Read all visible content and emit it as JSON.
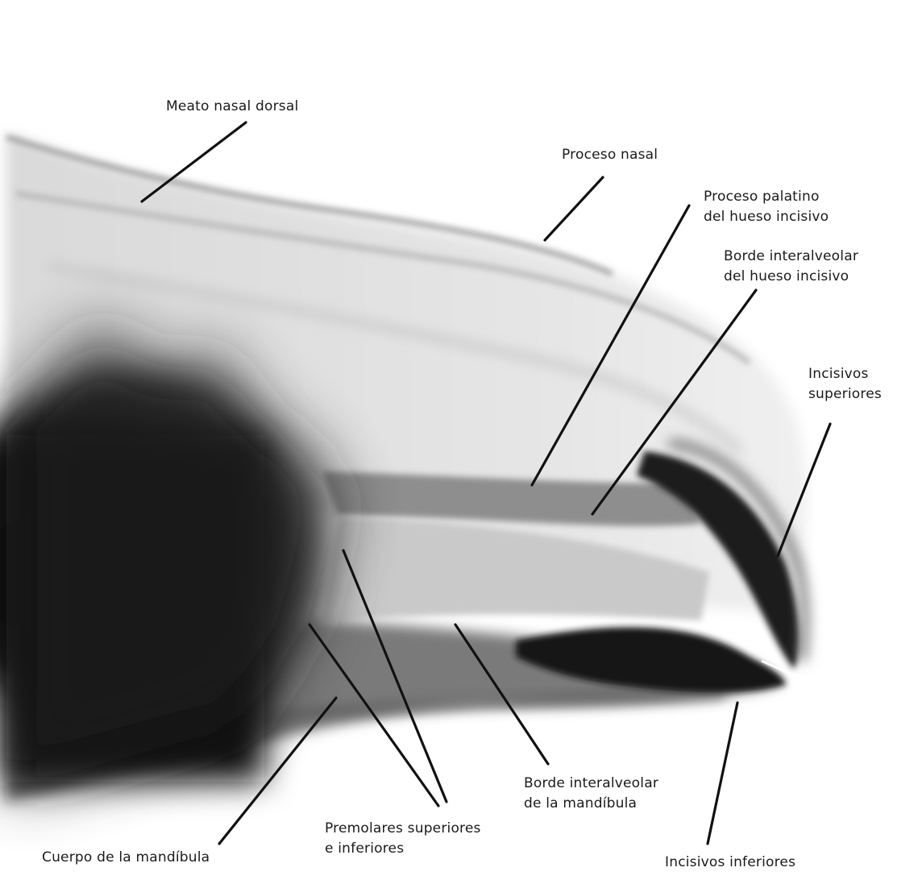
{
  "figure": {
    "background": "#ffffff",
    "ink": "#111111",
    "image_kind": "radiograph"
  },
  "labels": {
    "meato_nasal_dorsal": "Meato nasal dorsal",
    "proceso_nasal": "Proceso nasal",
    "proceso_palatino_1": "Proceso palatino",
    "proceso_palatino_2": "del hueso incisivo",
    "borde_incisivo_1": "Borde interalveolar",
    "borde_incisivo_2": "del hueso incisivo",
    "incisivos_sup_1": "Incisivos",
    "incisivos_sup_2": "superiores",
    "borde_mandibula_1": "Borde interalveolar",
    "borde_mandibula_2": "de la mandíbula",
    "premolares_1": "Premolares superiores",
    "premolares_2": "e inferiores",
    "cuerpo_mandibula": "Cuerpo de la mandíbula",
    "incisivos_inf": "Incisivos inferiores"
  }
}
